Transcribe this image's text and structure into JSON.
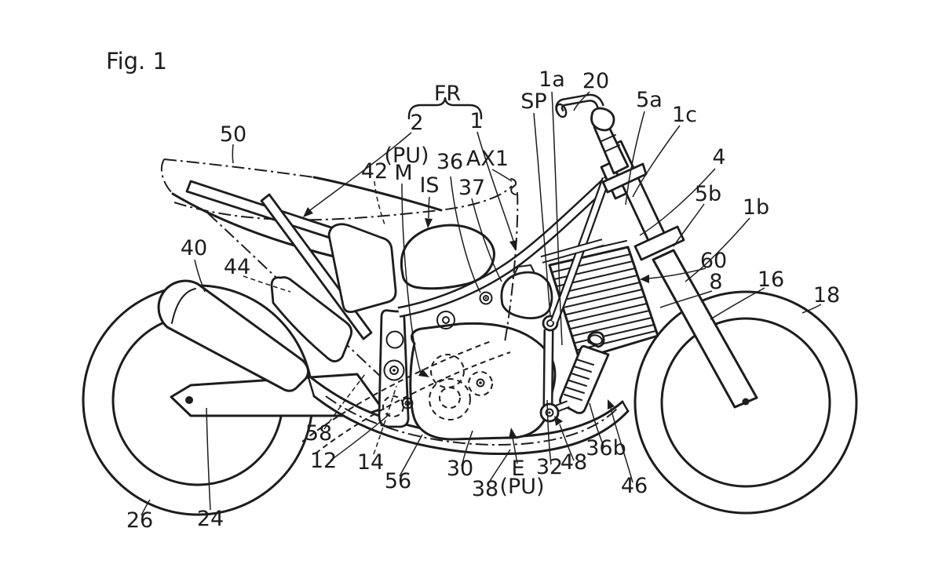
{
  "figure": {
    "title": "Fig. 1"
  },
  "colors": {
    "background": "#ffffff",
    "line": "#1d1d1d"
  },
  "direction_group": {
    "label": "FR",
    "members": [
      "2",
      "1"
    ]
  },
  "labels": [
    "50",
    "2",
    "FR",
    "1",
    "SP",
    "1a",
    "20",
    "5a",
    "1c",
    "4",
    "5b",
    "1b",
    "60",
    "8",
    "16",
    "18",
    "42",
    "(PU)",
    "M",
    "IS",
    "36",
    "AX1",
    "37",
    "40",
    "44",
    "58",
    "12",
    "14",
    "56",
    "30",
    "38",
    "E",
    "(PU)",
    "32",
    "48",
    "36b",
    "46",
    "26",
    "24"
  ]
}
